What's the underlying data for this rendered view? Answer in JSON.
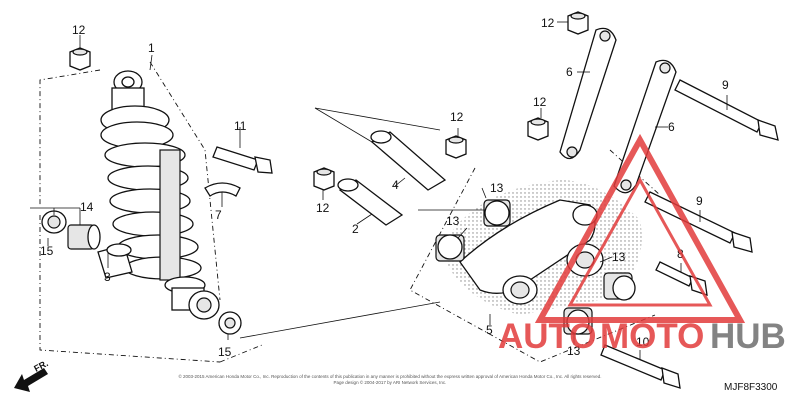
{
  "callouts": {
    "c1": "1",
    "c2": "2",
    "c3": "3",
    "c4": "4",
    "c5": "5",
    "c6a": "6",
    "c6b": "6",
    "c7": "7",
    "c8": "8",
    "c9a": "9",
    "c9b": "9",
    "c10": "10",
    "c11": "11",
    "c12a": "12",
    "c12b": "12",
    "c12c": "12",
    "c12d": "12",
    "c13a": "13",
    "c13b": "13",
    "c13c": "13",
    "c13d": "13",
    "c14": "14",
    "c15a": "15",
    "c15b": "15"
  },
  "direction_label": "FR.",
  "diagram_code": "MJF8F3300",
  "copyright_line1": "© 2003-2015 American Honda Motor Co., Inc. Reproduction of the contents of this publication in any manner is prohibited without the express written approval of American Honda Motor Co., Inc. All rights reserved.",
  "copyright_line2": "Page design © 2004-2017 by ARI Network Services, Inc.",
  "watermark": {
    "part1": "AUTO",
    "part2": "MOTO",
    "part3": "HUB"
  },
  "colors": {
    "watermark_red": "#e23b3b",
    "watermark_grey": "#6e6e6e",
    "line": "#111111"
  }
}
